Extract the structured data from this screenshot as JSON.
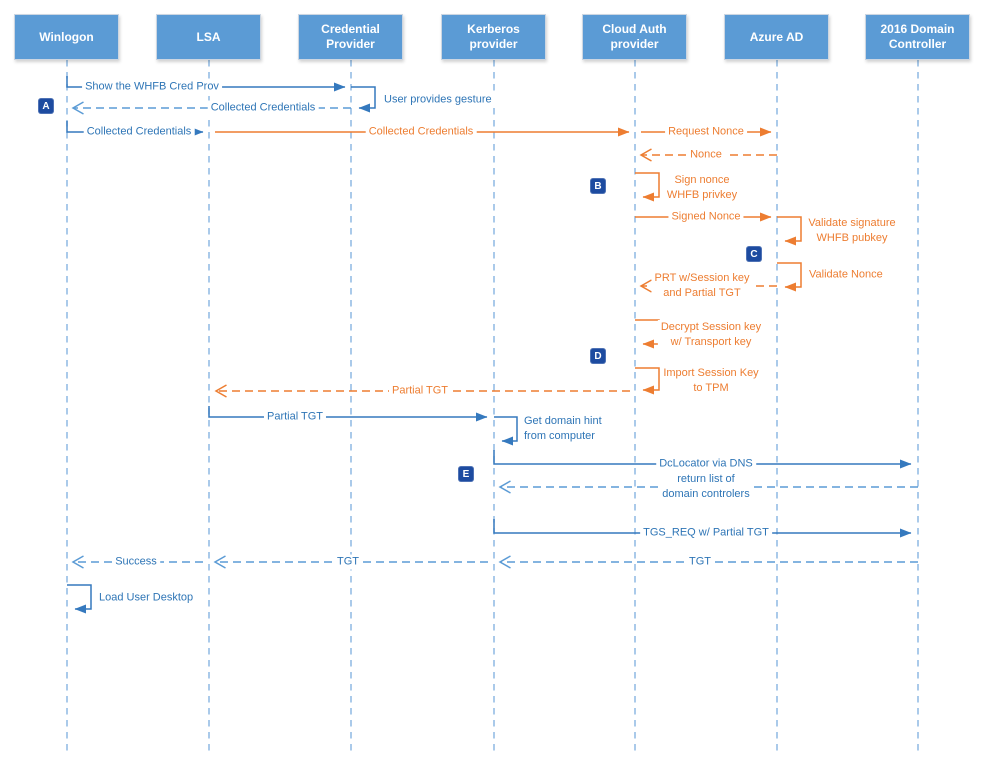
{
  "colors": {
    "actor_fill": "#5B9BD5",
    "arrow_blue": "#3579BE",
    "dashed_blue": "#5B9BD5",
    "arrow_orange": "#ED7D31",
    "text_blue": "#2E75B6",
    "text_orange": "#ED7D31",
    "badge_navy": "#1D4BA0",
    "lifeline_blue": "#85B3E0"
  },
  "actors": [
    {
      "label": "Winlogon"
    },
    {
      "label": "LSA"
    },
    {
      "label": "Credential Provider"
    },
    {
      "label": "Kerberos provider"
    },
    {
      "label": "Cloud Auth provider"
    },
    {
      "label": "Azure AD"
    },
    {
      "label": "2016 Domain Controller"
    }
  ],
  "steps": [
    {
      "label": "A"
    },
    {
      "label": "B"
    },
    {
      "label": "C"
    },
    {
      "label": "D"
    },
    {
      "label": "E"
    }
  ],
  "messages": [
    {
      "from": "Winlogon",
      "to": "Credential Provider",
      "style": "solid",
      "color": "blue",
      "label": "Show the WHFB Cred Prov"
    },
    {
      "from": "Credential Provider",
      "to": "Credential Provider",
      "style": "self-loop",
      "color": "blue",
      "label": "User provides gesture"
    },
    {
      "from": "Credential Provider",
      "to": "Winlogon",
      "style": "dashed",
      "color": "blue",
      "label": "Collected Credentials"
    },
    {
      "from": "Winlogon",
      "to": "LSA",
      "style": "solid",
      "color": "blue",
      "label": "Collected Credentials"
    },
    {
      "from": "LSA",
      "to": "Cloud Auth provider",
      "style": "solid",
      "color": "orange",
      "label": "Collected Credentials"
    },
    {
      "from": "Cloud Auth provider",
      "to": "Azure AD",
      "style": "solid",
      "color": "orange",
      "label": "Request Nonce"
    },
    {
      "from": "Azure AD",
      "to": "Cloud Auth provider",
      "style": "dashed",
      "color": "orange",
      "label": "Nonce"
    },
    {
      "from": "Cloud Auth provider",
      "to": "Cloud Auth provider",
      "style": "self-loop",
      "color": "orange",
      "label": "Sign nonce\nWHFB privkey"
    },
    {
      "from": "Cloud Auth provider",
      "to": "Azure AD",
      "style": "solid",
      "color": "orange",
      "label": "Signed Nonce"
    },
    {
      "from": "Azure AD",
      "to": "Azure AD",
      "style": "self-loop",
      "color": "orange",
      "label": "Validate signature\nWHFB pubkey"
    },
    {
      "from": "Azure AD",
      "to": "Azure AD",
      "style": "self-loop",
      "color": "orange",
      "label": "Validate Nonce"
    },
    {
      "from": "Azure AD",
      "to": "Cloud Auth provider",
      "style": "dashed",
      "color": "orange",
      "label": "PRT w/Session key\nand Partial TGT"
    },
    {
      "from": "Cloud Auth provider",
      "to": "Cloud Auth provider",
      "style": "self-loop",
      "color": "orange",
      "label": "Decrypt Session key\nw/ Transport key"
    },
    {
      "from": "Cloud Auth provider",
      "to": "Cloud Auth provider",
      "style": "self-loop",
      "color": "orange",
      "label": "Import Session Key\nto TPM"
    },
    {
      "from": "Cloud Auth provider",
      "to": "LSA",
      "style": "dashed",
      "color": "orange",
      "label": "Partial TGT"
    },
    {
      "from": "LSA",
      "to": "Kerberos provider",
      "style": "solid",
      "color": "blue",
      "label": "Partial TGT"
    },
    {
      "from": "Kerberos provider",
      "to": "Kerberos provider",
      "style": "self-loop",
      "color": "blue",
      "label": "Get domain hint\nfrom computer"
    },
    {
      "from": "Kerberos provider",
      "to": "2016 Domain Controller",
      "style": "solid",
      "color": "blue",
      "label": "DcLocator via DNS"
    },
    {
      "from": "2016 Domain Controller",
      "to": "Kerberos provider",
      "style": "dashed",
      "color": "blue",
      "label": "return list of\ndomain controlers"
    },
    {
      "from": "Kerberos provider",
      "to": "2016 Domain Controller",
      "style": "solid",
      "color": "blue",
      "label": "TGS_REQ w/ Partial TGT"
    },
    {
      "from": "2016 Domain Controller",
      "to": "Kerberos provider",
      "style": "dashed",
      "color": "blue",
      "label": "TGT"
    },
    {
      "from": "Kerberos provider",
      "to": "LSA",
      "style": "dashed",
      "color": "blue",
      "label": "TGT"
    },
    {
      "from": "LSA",
      "to": "Winlogon",
      "style": "dashed",
      "color": "blue",
      "label": "Success"
    },
    {
      "from": "Winlogon",
      "to": "Winlogon",
      "style": "self-loop",
      "color": "blue",
      "label": "Load User Desktop"
    }
  ]
}
